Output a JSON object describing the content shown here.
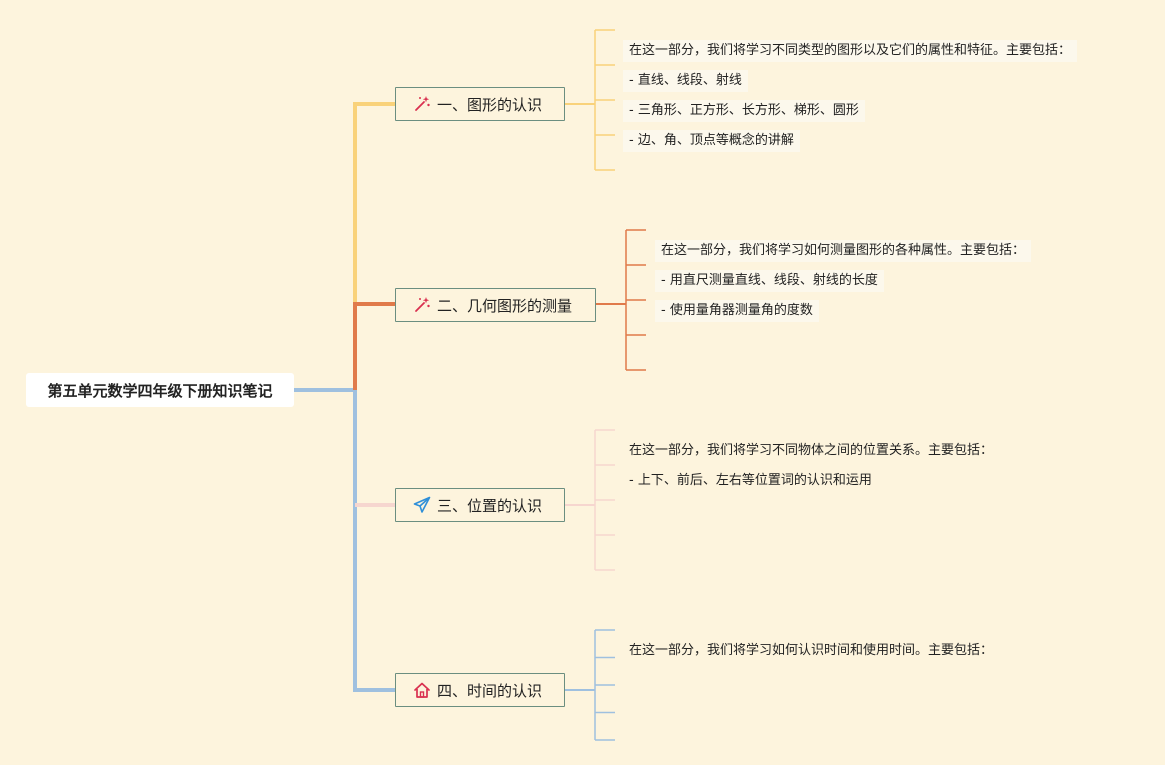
{
  "root": {
    "title": "第五单元数学四年级下册知识笔记"
  },
  "branches": [
    {
      "label": "一、图形的认识",
      "icon": "sparkle-wand-icon",
      "color": "#f9d27a",
      "notes": [
        "在这一部分，我们将学习不同类型的图形以及它们的属性和特征。主要包括：",
        "- 直线、线段、射线",
        "- 三角形、正方形、长方形、梯形、圆形",
        "- 边、角、顶点等概念的讲解",
        ""
      ]
    },
    {
      "label": "二、几何图形的测量",
      "icon": "sparkle-wand-icon",
      "color": "#e07a4a",
      "notes": [
        "在这一部分，我们将学习如何测量图形的各种属性。主要包括：",
        "- 用直尺测量直线、线段、射线的长度",
        "- 使用量角器测量角的度数",
        "",
        ""
      ]
    },
    {
      "label": "三、位置的认识",
      "icon": "paper-plane-icon",
      "color": "#f6d6cf",
      "notes": [
        "在这一部分，我们将学习不同物体之间的位置关系。主要包括：",
        "- 上下、前后、左右等位置词的认识和运用",
        "",
        "",
        ""
      ]
    },
    {
      "label": "四、时间的认识",
      "icon": "home-icon",
      "color": "#9fc0df",
      "notes": [
        "在这一部分，我们将学习如何认识时间和使用时间。主要包括：",
        "",
        "",
        "",
        ""
      ]
    }
  ]
}
